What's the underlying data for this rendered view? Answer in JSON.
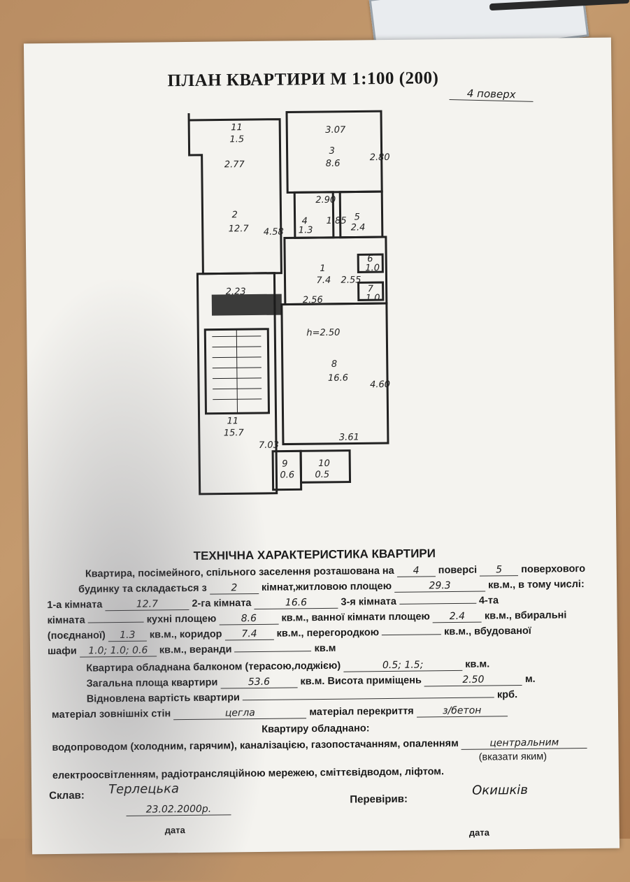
{
  "title": "ПЛАН КВАРТИРИ М 1:100 (200)",
  "floor_note": "4 поверх",
  "plan": {
    "height_label": "h=2.50",
    "rooms": [
      {
        "n": "11",
        "area": "1.5"
      },
      {
        "n": "3",
        "area": "8.6"
      },
      {
        "n": "2",
        "area": "12.7"
      },
      {
        "n": "4",
        "area": "1.3"
      },
      {
        "n": "5",
        "area": "2.4"
      },
      {
        "n": "6",
        "area": "1.0"
      },
      {
        "n": "1",
        "area": "7.4"
      },
      {
        "n": "7",
        "area": "1.0"
      },
      {
        "n": "8",
        "area": "16.6"
      },
      {
        "n": "11",
        "area": "15.7"
      },
      {
        "n": "9",
        "area": "0.6"
      },
      {
        "n": "10",
        "area": "0.5"
      }
    ],
    "dims": [
      "3.07",
      "2.80",
      "2.77",
      "4.58",
      "2.90",
      "1.85",
      "2.55",
      "2.23",
      "2.56",
      "4.60",
      "3.61",
      "7.03"
    ]
  },
  "tech": {
    "heading": "ТЕХНІЧНА ХАРАКТЕРИСТИКА КВАРТИРИ",
    "l1a": "Квартира, посімейного, спільного заселення розташована на",
    "floor": "4",
    "l1b": "поверсі",
    "floors_total": "5",
    "l1c": "поверхового",
    "l2a": "будинку та складається з",
    "rooms_count": "2",
    "l2b": "кімнат,житловою площею",
    "living_area": "29.3",
    "l2c": "кв.м., в тому числі:",
    "l3a": "1-а кімната",
    "room1": "12.7",
    "l3b": "2-га кімната",
    "room2": "16.6",
    "l3c": "3-я кімната",
    "l3d": "4-та",
    "l4a": "кімната",
    "l4b": "кухні площею",
    "kitchen": "8.6",
    "l4c": "кв.м., ванної кімнати площею",
    "bath": "2.4",
    "l4d": "кв.м., вбиральні",
    "l5a": "(поєднаної)",
    "wc": "1.3",
    "l5b": "кв.м., коридор",
    "corridor": "7.4",
    "l5c": "кв.м., перегородкою",
    "l5d": "кв.м., вбудованої",
    "l6a": "шафи",
    "closets": "1.0; 1.0; 0.6",
    "l6b": "кв.м., веранди",
    "l6c": "кв.м",
    "l7a": "Квартира обладнана балконом (терасою,лоджією)",
    "balcony": "0.5; 1.5;",
    "l7b": "кв.м.",
    "l8a": "Загальна площа квартири",
    "total_area": "53.6",
    "l8b": "кв.м. Висота приміщень",
    "height": "2.50",
    "l8c": "м.",
    "l9a": "Відновлена вартість квартири",
    "l9b": "крб.",
    "l10a": "матеріал зовнішніх стін",
    "walls": "цегла",
    "l10b": "матеріал перекриття",
    "ceiling": "з/бетон",
    "equip_heading": "Квартиру обладнано:",
    "l11a": "водопроводом (холодним, гарячим), каналізацією, газопостачанням, опаленням",
    "heating": "центральним",
    "l12": "(вказати яким)",
    "l13": "електроосвітленням, радіотрансляційною мережею, сміттєвідводом, ліфтом.",
    "composed_label": "Склав:",
    "composed_name": "Терлецька",
    "composed_date": "23.02.2000р.",
    "date_label": "дата",
    "checked_label": "Перевірив:",
    "checked_name": "Окишків",
    "date_label2": "дата"
  }
}
